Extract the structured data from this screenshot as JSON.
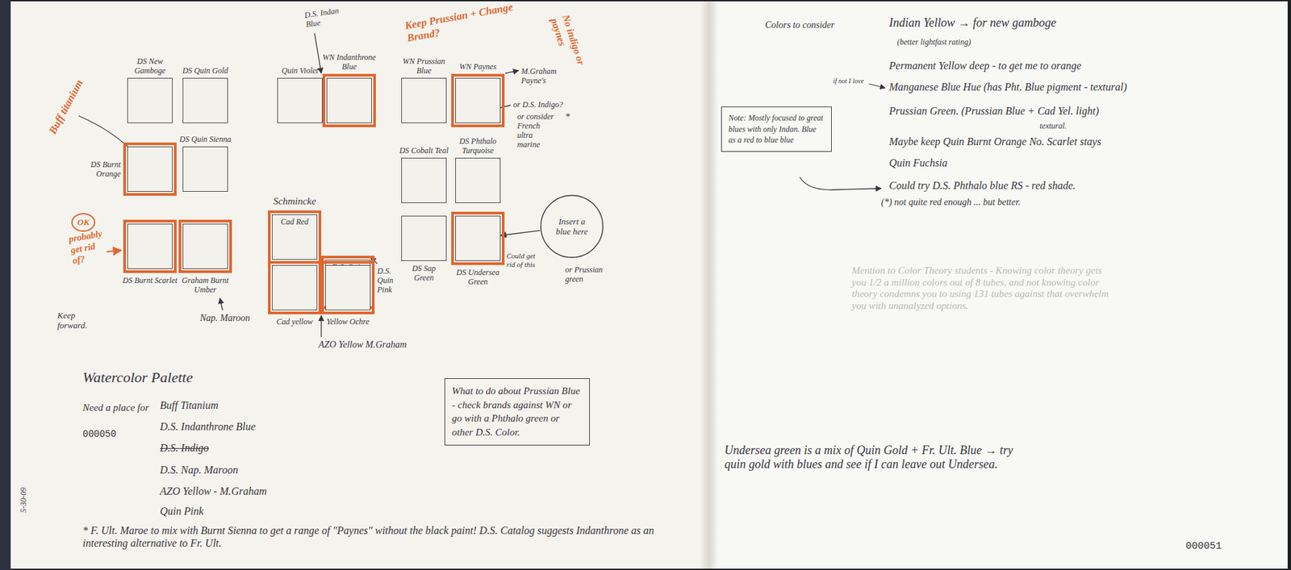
{
  "diagram": {
    "title": "Watercolor Palette",
    "nodes": [
      {
        "text": [
          "DS New Gamboge"
        ]
      },
      {
        "text": [
          "DS Quin Gold"
        ]
      },
      {
        "text": [
          "Quin Violet"
        ]
      },
      {
        "text": [
          "WN Indanthrone Blue"
        ]
      },
      {
        "text": [
          "WN Prussian Blue"
        ]
      },
      {
        "text": [
          "WN Paynes"
        ]
      },
      {
        "text": [
          "DS Burnt Orange"
        ]
      },
      {
        "text": [
          "DS Quin Sienna"
        ]
      },
      {
        "text": [
          "DS Cobalt Teal"
        ]
      },
      {
        "text": [
          "DS Phthalo Turquoise"
        ]
      },
      {
        "text": [
          "Insert a blue here"
        ]
      },
      {
        "text": [
          "DS Burnt Scarlet"
        ]
      },
      {
        "text": [
          "Graham Burnt Umber"
        ]
      },
      {
        "text": [
          "Cad Red"
        ]
      },
      {
        "text": [
          "D.S. Quin"
        ]
      },
      {
        "text": [
          "DS Sap Green"
        ]
      },
      {
        "text": [
          "DS Undersea Green"
        ]
      },
      {
        "text": [
          "Cad yellow"
        ]
      },
      {
        "text": [
          "Yellow Ochre"
        ]
      },
      {
        "text": [
          "What to do about Prussian Blue - check brands against WN or go with a Phthalo green or other D.S. Color."
        ]
      },
      {
        "text": [
          "Note: Mostly focused to great blues with only Indan. Blue as a red to blue blue"
        ]
      }
    ],
    "edges": [
      {
        "from": 10,
        "to": 16,
        "arrow": "to"
      }
    ],
    "labels": [
      "D.S. Indan Blue",
      "Keep Prussian + Change Brand?",
      "No indigo or paynes",
      "M.Graham Payne's",
      "or D.S. Indigo?",
      "or consider French ultra marine",
      "*",
      "Buff titanium",
      "OK",
      "probably get rid of?",
      "Keep forward.",
      "Schmincke",
      "D.S. Quin Pink",
      "Nap. Maroon",
      "AZO Yellow M.Graham",
      "Could get rid of this",
      "or Prussian green",
      "Need a place for",
      "Buff Titanium",
      "D.S. Indanthrone Blue",
      "D.S. Indigo",
      "D.S. Nap. Maroon",
      "AZO Yellow - M.Graham",
      "Quin Pink",
      "000050",
      "5-30-09",
      "* F. Ult. Maroe to mix with Burnt Sienna to get a range of \"Paynes\" without the black paint! D.S. Catalog suggests Indanthrone as an interesting alternative to Fr. Ult.",
      "Colors to consider",
      "Indian Yellow → for new gamboge",
      "(better lightfast rating)",
      "Permanent Yellow deep - to get me to orange",
      "if not I love",
      "Manganese Blue Hue (has Pht. Blue pigment - textural)",
      "Prussian Green. (Prussian Blue + Cad Yel. light)",
      "textural.",
      "Maybe keep Quin Burnt Orange No. Scarlet stays",
      "Quin Fuchsia",
      "Could try D.S. Phthalo blue RS - red shade.",
      "(*) not quite red enough ... but better.",
      "Mention to Color Theory students - Knowing color theory gets you 1/2 a million colors out of 8 tubes, and not knowing color theory condemns you to using 131 tubes against that overwhelm you with unanalyzed options.",
      "Undersea green is a mix of Quin Gold + Fr. Ult. Blue → try quin gold with blues and see if I can leave out Undersea.",
      "000051"
    ]
  }
}
